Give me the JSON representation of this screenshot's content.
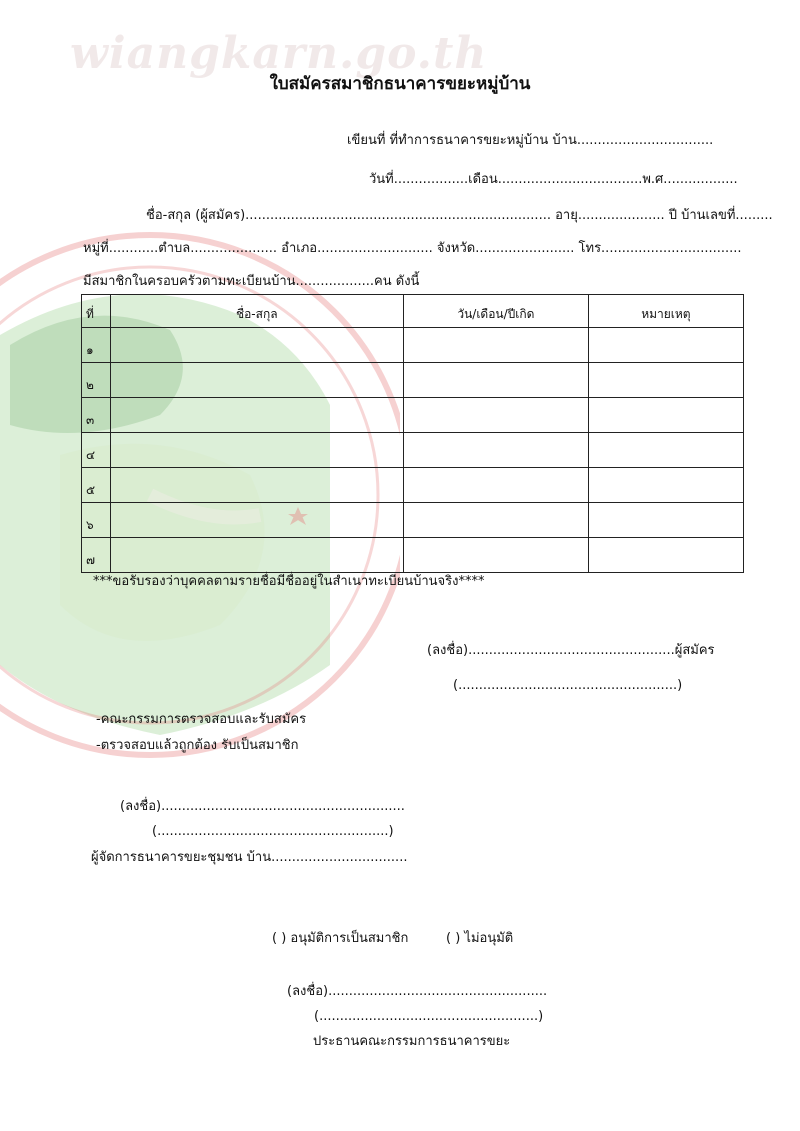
{
  "watermark": {
    "site": "wiangkarn.go.th"
  },
  "title": "ใบสมัครสมาชิกธนาคารขยะหมู่บ้าน",
  "header": {
    "written_at": "เขียนที่ ที่ทำการธนาคารขยะหมู่บ้าน บ้าน.................................",
    "date_line": "วันที่..................เดือน...................................พ.ศ.................."
  },
  "applicant": {
    "name_line": "ชื่อ-สกุล (ผู้สมัคร)..........................................................................  อายุ.....................  ปี บ้านเลขที่.........",
    "address_line": "หมู่ที่............ตำบล.....................  อำเภอ............................  จังหวัด........................  โทร..................................",
    "members_line": "มีสมาชิกในครอบครัวตามทะเบียนบ้าน...................คน ดังนี้"
  },
  "members_table": {
    "headers": [
      "ที่",
      "ชื่อ-สกุล",
      "วัน/เดือน/ปีเกิด",
      "หมายเหตุ"
    ],
    "rows": [
      "๑",
      "๒",
      "๓",
      "๔",
      "๕",
      "๖",
      "๗"
    ]
  },
  "certify_note": "***ขอรับรองว่าบุคคลตามรายชื่อมีชื่ออยู่ในสำเนาทะเบียนบ้านจริง****",
  "applicant_signature": {
    "sign_line": "(ลงชื่อ)..................................................ผู้สมัคร",
    "name_paren": "(.....................................................)"
  },
  "committee": {
    "line1": "-คณะกรรมการตรวจสอบและรับสมัคร",
    "line2": "-ตรวจสอบแล้วถูกต้อง รับเป็นสมาชิก"
  },
  "manager_signature": {
    "sign_line": "(ลงชื่อ)...........................................................",
    "name_paren": "(........................................................)",
    "role": "ผู้จัดการธนาคารขยะชุมชน บ้าน................................."
  },
  "approval": {
    "approve": "(      ) อนุมัติการเป็นสมาชิก",
    "reject": "(      ) ไม่อนุมัติ"
  },
  "chair_signature": {
    "sign_line": "(ลงชื่อ).....................................................",
    "name_paren": "(.....................................................)",
    "role": "ประธานคณะกรรมการธนาคารขยะ"
  }
}
